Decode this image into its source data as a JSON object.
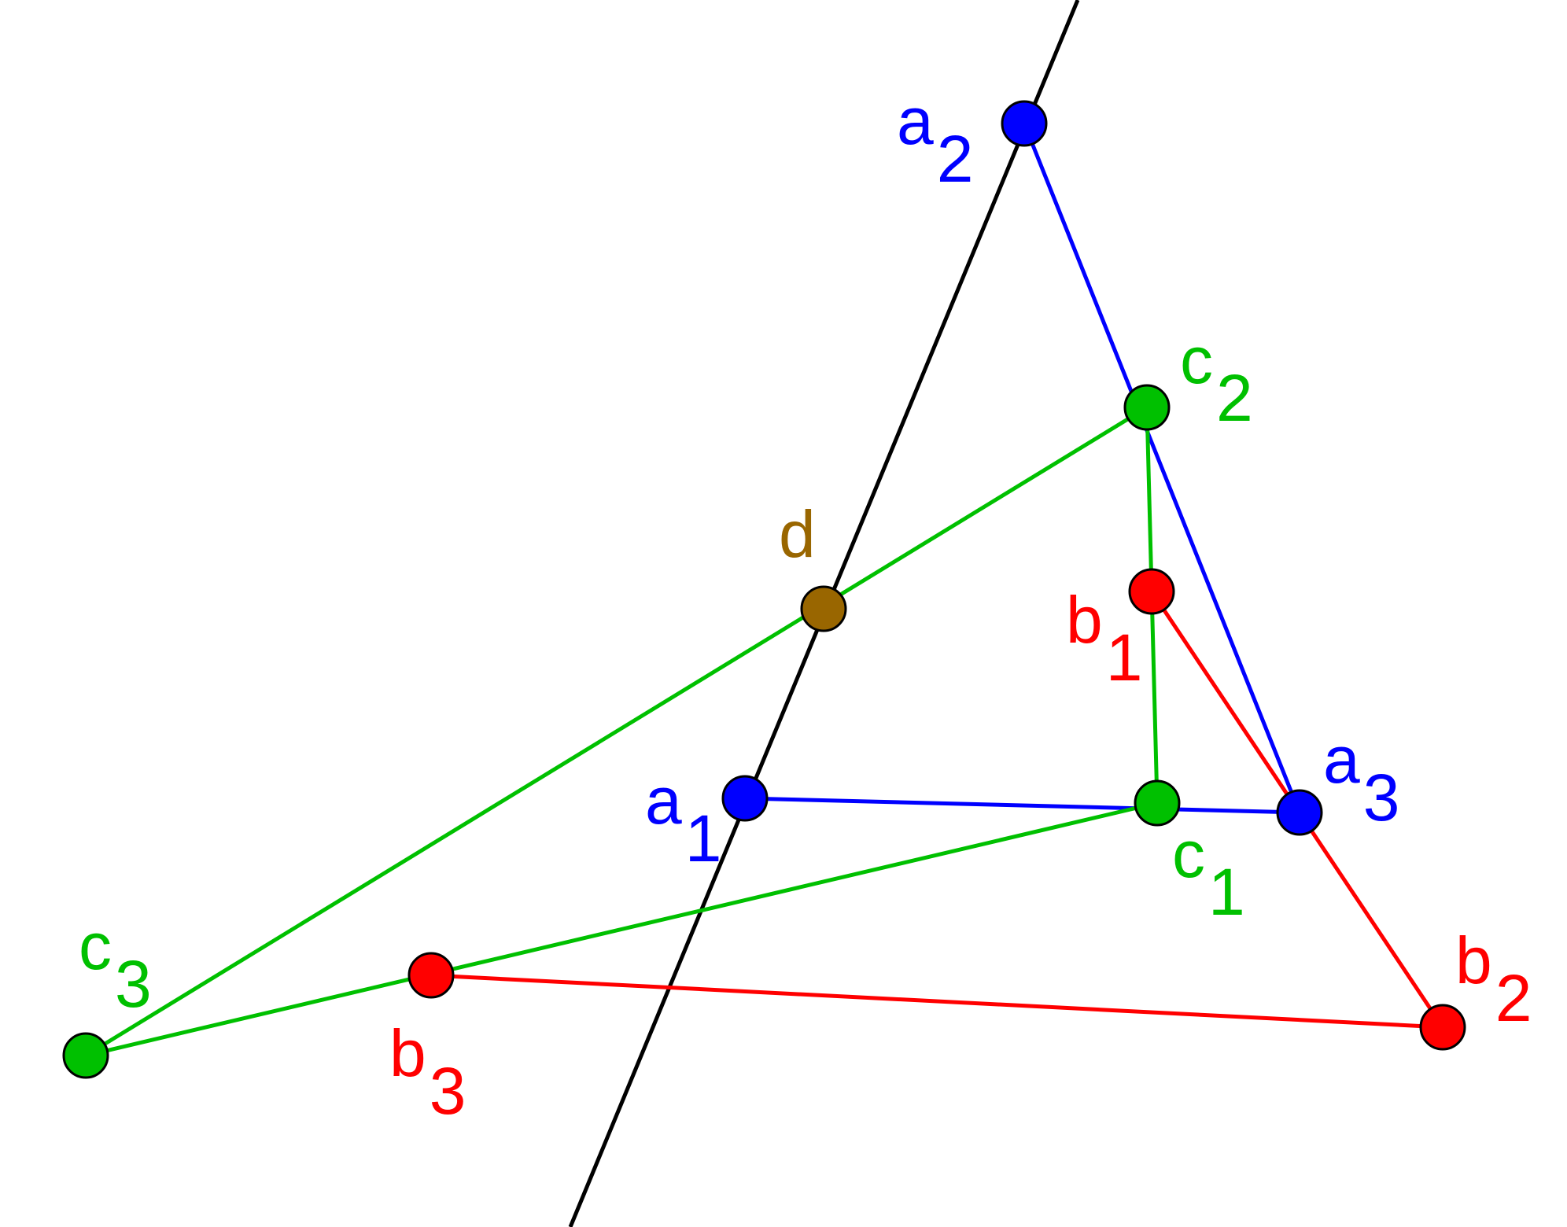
{
  "colors": {
    "a": "#0000ff",
    "b": "#ff0000",
    "c": "#00c000",
    "d": "#996600",
    "line": "#000000"
  },
  "labels": {
    "a1": {
      "base": "a",
      "sub": "1"
    },
    "a2": {
      "base": "a",
      "sub": "2"
    },
    "a3": {
      "base": "a",
      "sub": "3"
    },
    "b1": {
      "base": "b",
      "sub": "1"
    },
    "b2": {
      "base": "b",
      "sub": "2"
    },
    "b3": {
      "base": "b",
      "sub": "3"
    },
    "c1": {
      "base": "c",
      "sub": "1"
    },
    "c2": {
      "base": "c",
      "sub": "2"
    },
    "c3": {
      "base": "c",
      "sub": "3"
    },
    "d": {
      "base": "d"
    }
  }
}
